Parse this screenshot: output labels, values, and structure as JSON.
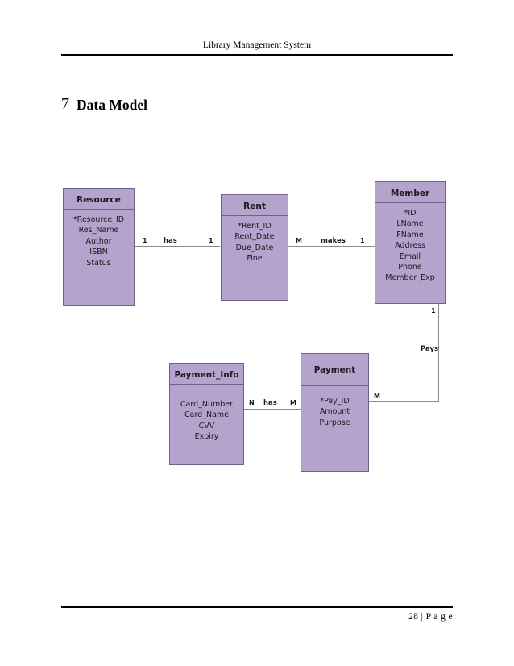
{
  "document": {
    "header_title": "Library Management System",
    "footer_text": "28 | P a g e",
    "section_number": "7",
    "section_title": "Data Model"
  },
  "chart_data": {
    "type": "diagram",
    "diagram_kind": "entity-relationship-diagram",
    "title": "Data Model",
    "entity_fill_color": "#b4a3cd",
    "entity_border_color": "#6f6288",
    "entities": [
      {
        "id": "resource",
        "name": "Resource",
        "attributes": [
          "*Resource_ID",
          "Res_Name",
          "Author",
          "ISBN",
          "Status"
        ]
      },
      {
        "id": "rent",
        "name": "Rent",
        "attributes": [
          "*Rent_ID",
          "Rent_Date",
          "Due_Date",
          "Fine"
        ]
      },
      {
        "id": "member",
        "name": "Member",
        "attributes": [
          "*ID",
          "LName",
          "FName",
          "Address",
          "Email",
          "Phone",
          "Member_Exp"
        ]
      },
      {
        "id": "payment_info",
        "name": "Payment_Info",
        "attributes": [
          "Card_Number",
          "Card_Name",
          "CVV",
          "Expiry"
        ]
      },
      {
        "id": "payment",
        "name": "Payment",
        "attributes": [
          "*Pay_ID",
          "Amount",
          "Purpose"
        ]
      }
    ],
    "relationships": [
      {
        "id": "resource-rent",
        "label": "has",
        "from": "Resource",
        "to": "Rent",
        "from_cardinality": "1",
        "to_cardinality": "1"
      },
      {
        "id": "rent-member",
        "label": "makes",
        "from": "Rent",
        "to": "Member",
        "from_cardinality": "M",
        "to_cardinality": "1"
      },
      {
        "id": "member-payment",
        "label": "Pays",
        "from": "Member",
        "to": "Payment",
        "from_cardinality": "1",
        "to_cardinality": "M"
      },
      {
        "id": "paymentinfo-payment",
        "label": "has",
        "from": "Payment_Info",
        "to": "Payment",
        "from_cardinality": "N",
        "to_cardinality": "M"
      }
    ]
  }
}
